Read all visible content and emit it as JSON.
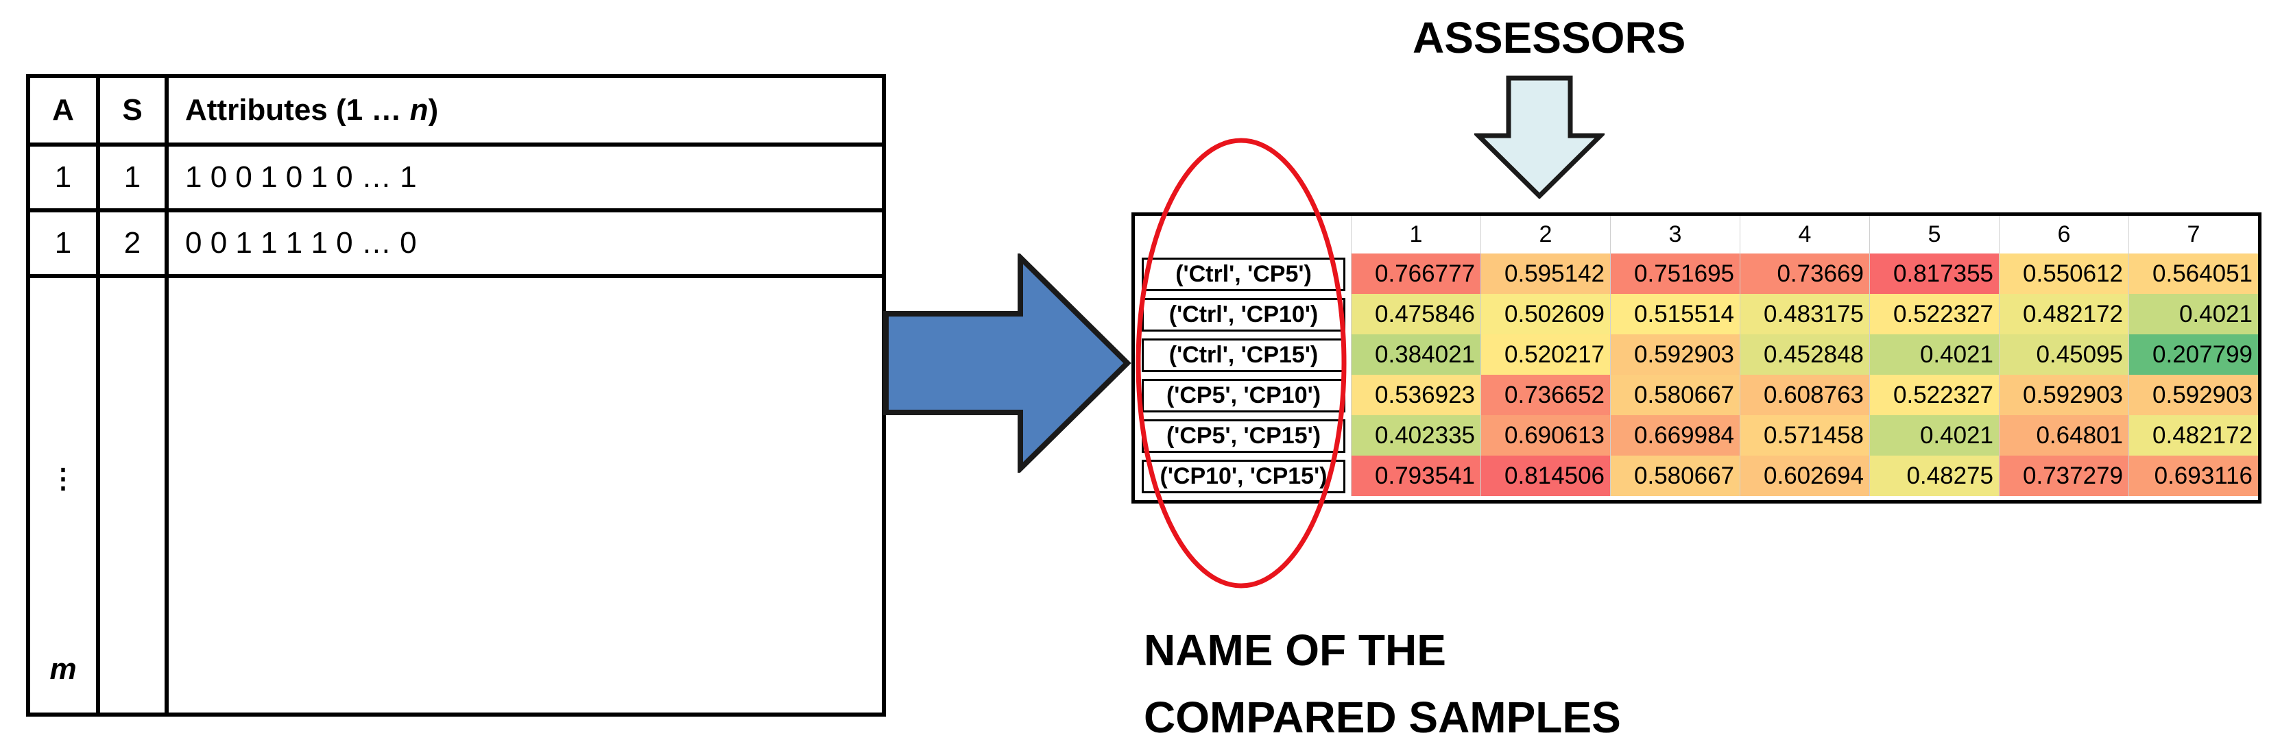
{
  "left_table": {
    "headers": {
      "a": "A",
      "s": "S",
      "attributes": "Attributes (1 … ",
      "attributes_n": "n",
      "attributes_close": ")"
    },
    "rows": [
      {
        "a": "1",
        "s": "1",
        "attributes": "1 0 0 1 0 1 0 … 1"
      },
      {
        "a": "1",
        "s": "2",
        "attributes": "0 0 1 1 1 1 0 … 0"
      }
    ],
    "ellipsis": "⋮",
    "last_a": "m"
  },
  "assessors_label": "ASSESSORS",
  "heatmap": {
    "columns": [
      "1",
      "2",
      "3",
      "4",
      "5",
      "6",
      "7"
    ],
    "rows": [
      {
        "label": "('Ctrl', 'CP5')",
        "values": [
          "0.766777",
          "0.595142",
          "0.751695",
          "0.73669",
          "0.817355",
          "0.550612",
          "0.564051"
        ]
      },
      {
        "label": "('Ctrl', 'CP10')",
        "values": [
          "0.475846",
          "0.502609",
          "0.515514",
          "0.483175",
          "0.522327",
          "0.482172",
          "0.4021"
        ]
      },
      {
        "label": "('Ctrl', 'CP15')",
        "values": [
          "0.384021",
          "0.520217",
          "0.592903",
          "0.452848",
          "0.4021",
          "0.45095",
          "0.207799"
        ]
      },
      {
        "label": "('CP5', 'CP10')",
        "values": [
          "0.536923",
          "0.736652",
          "0.580667",
          "0.608763",
          "0.522327",
          "0.592903",
          "0.592903"
        ]
      },
      {
        "label": "('CP5', 'CP15')",
        "values": [
          "0.402335",
          "0.690613",
          "0.669984",
          "0.571458",
          "0.4021",
          "0.64801",
          "0.482172"
        ]
      },
      {
        "label": "('CP10', 'CP15')",
        "values": [
          "0.793541",
          "0.814506",
          "0.580667",
          "0.602694",
          "0.48275",
          "0.737279",
          "0.693116"
        ]
      }
    ]
  },
  "caption": {
    "line1": "NAME OF THE",
    "line2": "COMPARED SAMPLES"
  },
  "colors": {
    "blue_arrow": "#4f7fbd",
    "down_arrow_fill": "#ddeef2",
    "ellipse": "#e8141c"
  }
}
